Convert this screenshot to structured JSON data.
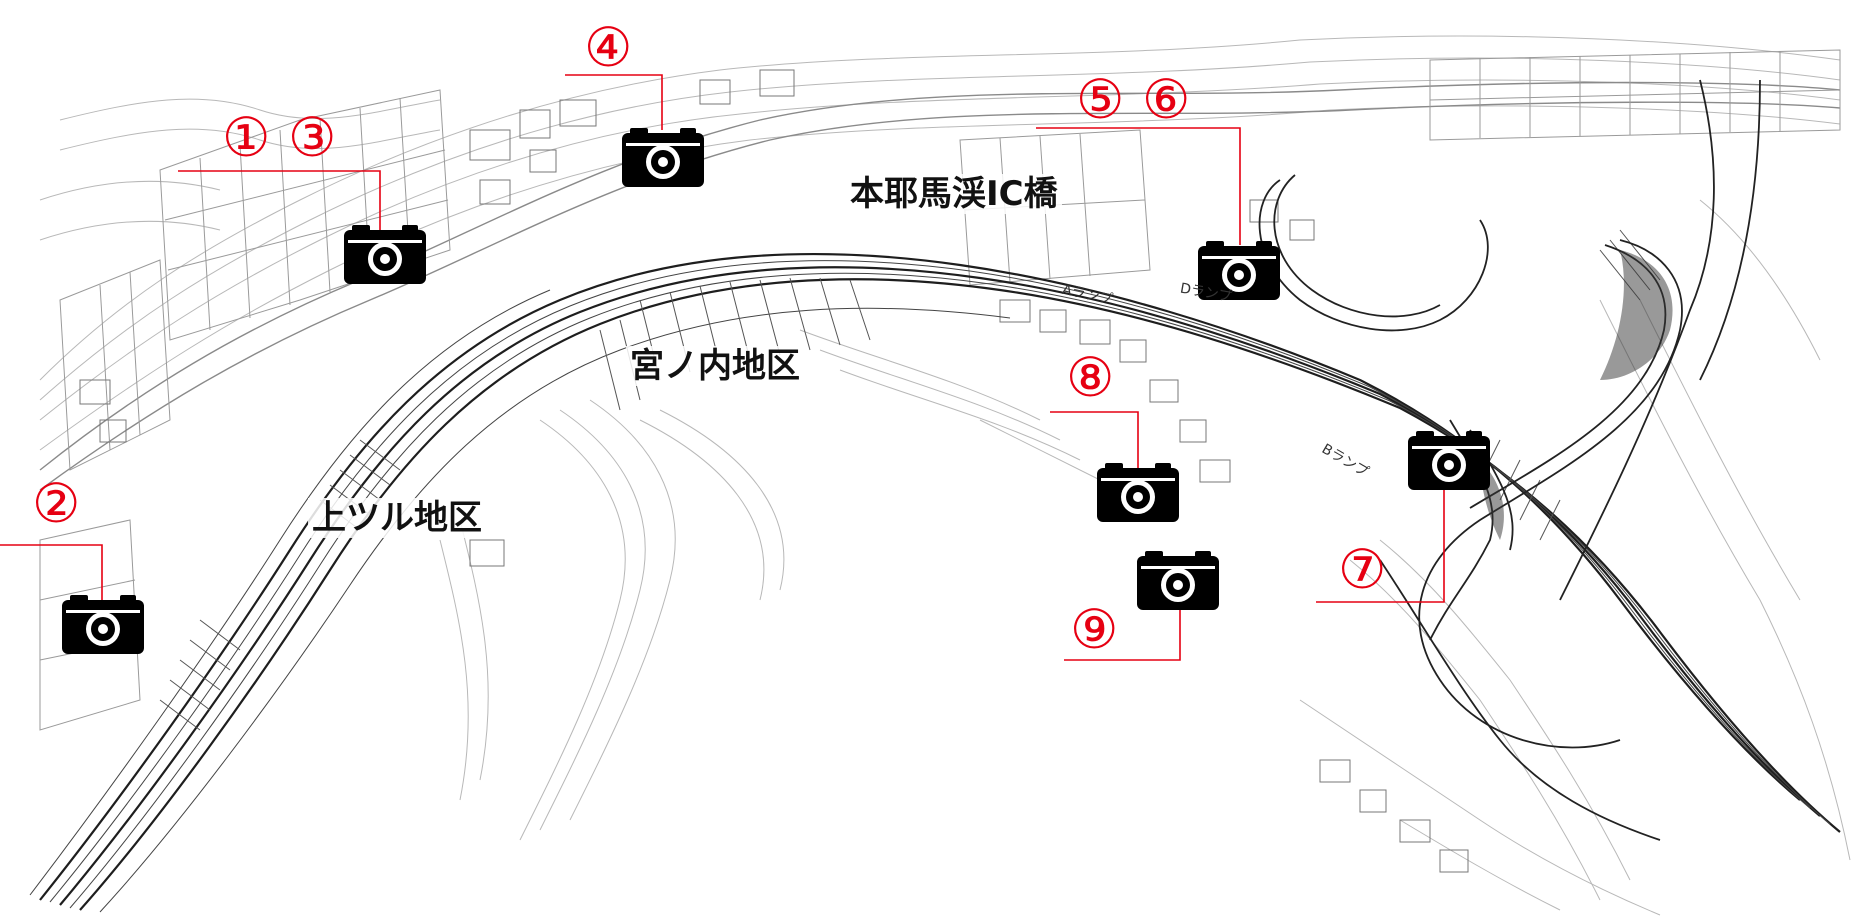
{
  "areas": {
    "ic_bridge": "本耶馬渓IC橋",
    "miyanouchi": "宮ノ内地区",
    "kamitsuru": "上ツル地区"
  },
  "ramps": {
    "a": "Aランプ",
    "b": "Bランプ",
    "d": "Dランプ"
  },
  "photo_points": {
    "p1": "①",
    "p2": "②",
    "p3": "③",
    "p4": "④",
    "p5": "⑤",
    "p6": "⑥",
    "p7": "⑦",
    "p8": "⑧",
    "p9": "⑨"
  },
  "icons": {
    "camera": "camera-icon"
  },
  "colors": {
    "marker": "#e60012",
    "camera": "#000000",
    "map_lines": "#9a9a9a",
    "road_lines": "#222222"
  }
}
